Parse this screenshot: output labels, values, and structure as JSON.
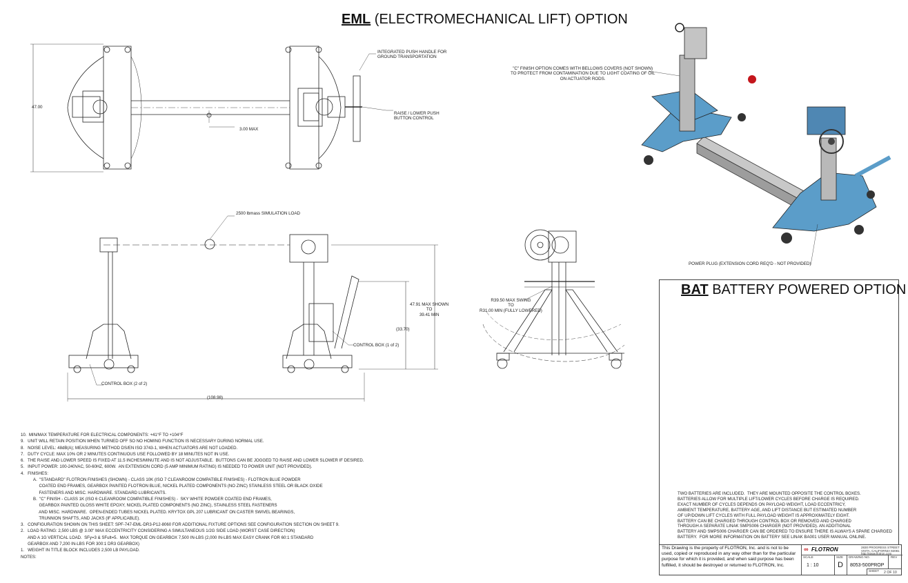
{
  "titles": {
    "eml_abbr": "EML",
    "eml_rest": "(ELECTROMECHANICAL LIFT) OPTION",
    "bat_abbr": "BAT",
    "bat_rest": "BATTERY POWERED OPTION"
  },
  "callouts": {
    "push_handle": "INTEGRATED PUSH HANDLE FOR\nGROUND TRANSPORTATION",
    "raise_lower": "RAISE / LOWER PUSH\nBUTTON CONTROL",
    "dim_47": "47.00",
    "dim_3": "3.00 MAX",
    "sim_load": "2500 lbmass SIMULATION LOAD",
    "height_dim": "47.91 MAX SHOWN\nTO\n39.41 MIN",
    "dim_3370": "(33.70)",
    "control_box_1": "CONTROL BOX (1 of 2)",
    "control_box_2": "CONTROL BOX (2 of 2)",
    "dim_10898": "(108.98)",
    "swing": "R39.50 MAX SWING\nTO\nR31.00 MIN (FULLY LOWERED)",
    "c_finish": "\"C\" FINISH OPTION COMES WITH BELLOWS COVERS (NOT SHOWN)\nTO PROTECT FROM CONTAMINATION DUE TO LIGHT COATING OF OIL\nON ACTUATOR RODS.",
    "power_plug": "POWER PLUG (EXTENSION CORD REQ'D - NOT PROVIDED)"
  },
  "notes": [
    "10.  MIN/MAX TEMPERATURE FOR ELECTRICAL COMPONENTS: +41°F TO +104°F",
    "9.   UNIT WILL RETAIN POSITION WHEN TURNED OFF SO NO HOMING FUNCTION IS NECESSARY DURING NORMAL USE.",
    "8.   NOISE LEVEL: 48dB(A); MEASURING METHOD DS/EN ISO 3743-1, WHEN ACTUATORS ARE NOT LOADED.",
    "7.   DUTY CYCLE: MAX 10% OR 2 MINUTES CONTINUOUS USE FOLLOWED BY 18 MINUTES NOT IN USE.",
    "6.   THE RAISE AND LOWER SPEED IS FIXED AT 11.5 INCHES/MINUTE AND IS NOT ADJUSTABLE.  BUTTONS CAN BE JOGGED TO RAISE AND LOWER SLOWER IF DESIRED.",
    "5.   INPUT POWER: 100-240VAC, 50-60HZ, 600W.  AN EXTENSION CORD (5 AMP MINIMUM RATING) IS NEEDED TO POWER UNIT (NOT PROVIDED).",
    "4.   FINISHES:"
  ],
  "notes_finish": [
    "A.  \"STANDARD\" FLOTRON FINISHES (SHOWN) - CLASS 10K (ISO 7 CLEANROOM COMPATIBLE FINISHES) - FLOTRON BLUE POWDER",
    "     COATED END FRAMES, GEARBOX PAINTED FLOTRON BLUE, NICKEL PLATED COMPONENTS (NO ZINC) STAINLESS STEEL OR BLACK OXIDE",
    "     FASTENERS AND MISC. HARDWARE. STANDARD LUBRICANTS.",
    "B.  \"C\" FINISH - CLASS 1K (ISO 6 CLEANROOM COMPATIBLE FINISHES) -  SKY WHITE POWDER COATED END FRAMES,",
    "     GEARBOX PAINTED GLOSS WHITE EPOXY, NICKEL PLATED COMPONENTS (NO ZINC), STAINLESS STEEL FASTENERS",
    "     AND MISC. HARDWARE.  OPEN-ENDED TUBES NICKEL PLATED. KRYTOX GPL 207 LUBRICANT ON CASTER SWIVEL BEARINGS,",
    "     TRUNNION SHAFTS, AND JACKS (IF APPLICABLE)."
  ],
  "notes_tail": [
    "3.   CONFIGURATION SHOWN ON THIS SHEET: SPF-747-EML-DR3-P12-8060 FOR ADDITIONAL FIXTURE OPTIONS SEE CONFIGURATION SECTION ON SHEET 9.",
    "2.   LOAD RATING: 2,500 LBS @ 3.00\" MAX ECCENTRICITY CONSIDERING A SIMULTANEOUS 1/2G SIDE LOAD (WORST CASE DIRECTION)",
    "      AND A 1G VERTICAL LOAD.  SFy=3 & SFult=5.  MAX TORQUE ON GEARBOX 7,500 IN-LBS (2,000 IN-LBS MAX EASY CRANK FOR 60:1 STANDARD",
    "      GEARBOX AND 7,200 IN-LBS FOR 300:1 DR3 GEARBOX)",
    "1.   WEIGHT IN TITLE BLOCK INCLUDES 2,500 LB PAYLOAD.",
    "NOTES:"
  ],
  "bat_description": "TWO BATTERIES ARE INCLUDED.  THEY ARE MOUNTED OPPOSITE THE CONTROL BOXES.\nBATTERIES ALLOW FOR MULTIPLE LIFT/LOWER CYCLES BEFORE CHARGE IS REQUIRED.\nEXACT NUMBER OF CYCLES DEPENDS ON PAYLOAD WEIGHT, LOAD ECCENTRICY,\nAMBIENT TEMPERATURE, BATTERY AGE, AND LIFT DISTANCE BUT ESTIMATED NUMBER\nOF UP/DOWN LIFT CYCLES WITH FULL PAYLOAD WEIGHT IS APPROXIMATELY EIGHT.\nBATTERY CAN BE CHARGED THROUGH CONTROL BOX OR REMOVED AND CHARGED\nTHROUGH A SEPARATE LINAK SMPS006 CHARGER (NOT PROVIDED). AN ADDITIONAL\nBATTERY AND SMPS006 CHARGER CAN BE ORDERED TO ENSURE THERE IS ALWAYS A SPARE CHARGED\nBATTERY.  FOR MORE INFORMATION ON BATTERY SEE LINAK BA001 USER MANUAL ONLINE.",
  "title_block": {
    "ownership": "This Drawing is the property of FLOTRON, Inc. and is not to be used, copied or reproduced in any way other than for the particular purpose for which it is provided, and when said purpose has been fulfilled, it should be destroyed or returned to FLOTRON, Inc.",
    "company": "FLOTRON",
    "address1": "2830 PROGRESS STREET",
    "address2": "VISTA, CALIFORNIA 92081",
    "website": "http://www.flotron.com",
    "scale_label": "SCALE",
    "scale": "1 : 10",
    "size_label": "SIZE",
    "size": "D",
    "drawing_no_label": "DRAWING NO.",
    "drawing_no": "8053-500PROP",
    "rev_label": "REV",
    "sheet_label": "SHEET",
    "sheet": "2  OF 10"
  },
  "colors": {
    "flotron_blue": "#5b9dc9",
    "line": "#222222",
    "red_ball": "#c4161c"
  }
}
